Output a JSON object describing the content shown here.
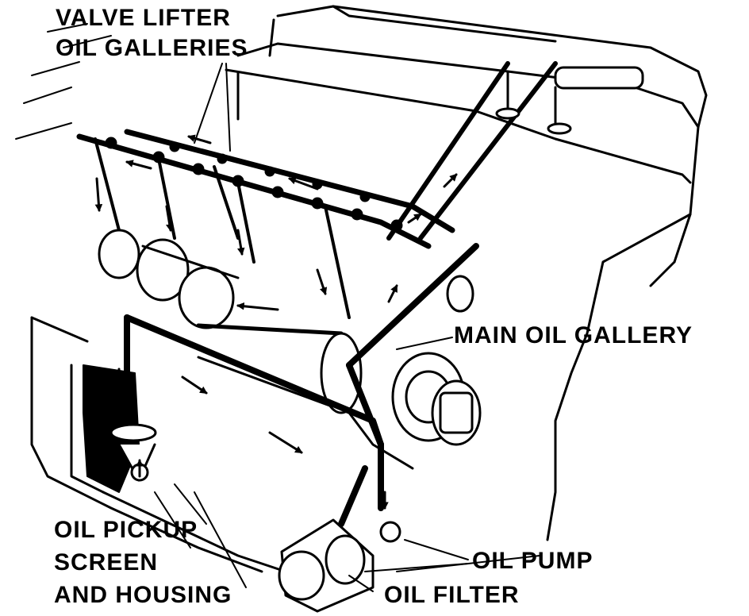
{
  "diagram": {
    "labels": {
      "valve_lifter_line1": "VALVE LIFTER",
      "valve_lifter_line2": "OIL GALLERIES",
      "main_oil_gallery": "MAIN OIL GALLERY",
      "oil_pickup_line1": "OIL PICKUP",
      "oil_pickup_line2": "SCREEN",
      "oil_pickup_line3": "AND HOUSING",
      "oil_pump": "OIL PUMP",
      "oil_filter": "OIL FILTER"
    },
    "colors": {
      "ink": "#000000",
      "paper": "#ffffff"
    }
  }
}
